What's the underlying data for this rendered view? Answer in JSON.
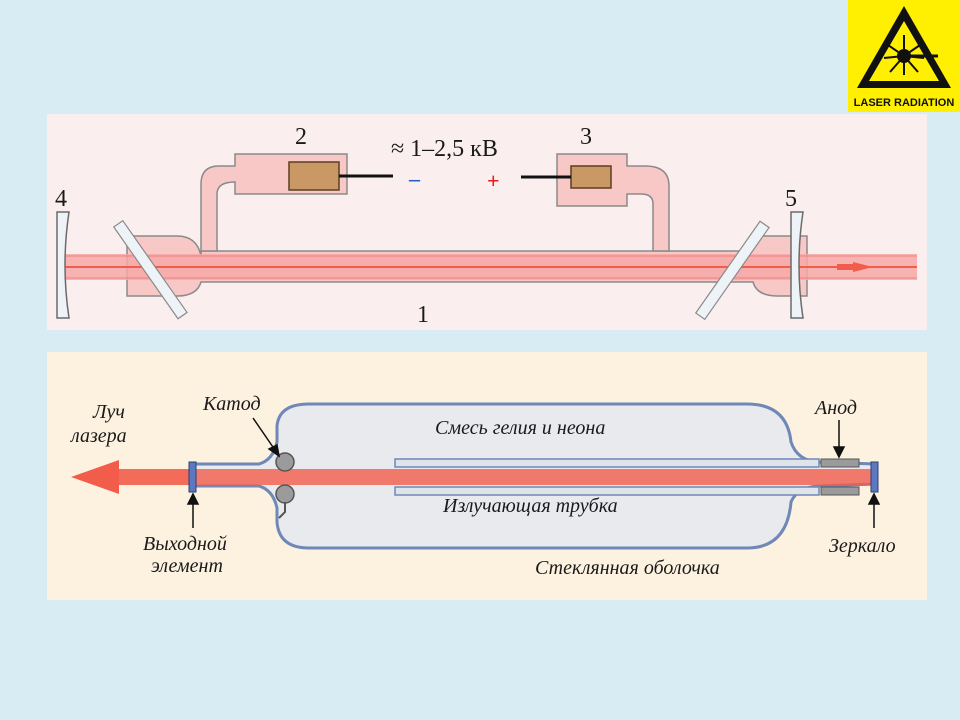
{
  "sign": {
    "text": "LASER RADIATION",
    "icon": "laser-radiation-warning-icon",
    "bg": "#ffef00"
  },
  "top_diagram": {
    "label_1": "1",
    "label_2": "2",
    "label_3": "3",
    "label_4": "4",
    "label_5": "5",
    "voltage": "≈ 1–2,5 кВ",
    "minus": "–",
    "plus": "+"
  },
  "bottom_diagram": {
    "beam_label_1": "Луч",
    "beam_label_2": "лазера",
    "cathode": "Катод",
    "anode": "Анод",
    "gas_mixture": "Смесь гелия и неона",
    "emitting_tube": "Излучающая трубка",
    "output_element_1": "Выходной",
    "output_element_2": "элемент",
    "mirror": "Зеркало",
    "glass_envelope": "Стеклянная оболочка"
  },
  "colors": {
    "panel_bg": "#fbeeee",
    "tube_fill": "#f8c8c6",
    "beam": "#f25c4a",
    "electrode": "#c99865"
  }
}
